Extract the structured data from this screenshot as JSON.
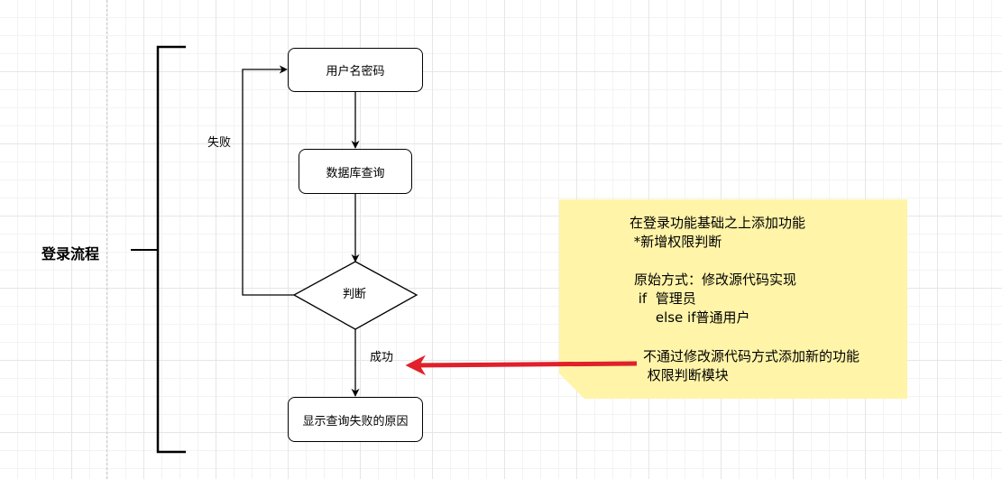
{
  "group": {
    "label": "登录流程"
  },
  "nodes": {
    "username_password": "用户名密码",
    "db_query": "数据库查询",
    "decision": "判断",
    "show_reason": "显示查询失败的原因"
  },
  "edges": {
    "fail_label": "失败",
    "success_label": "成功"
  },
  "note": {
    "line1": "在登录功能基础之上添加功能",
    "line2": " *新增权限判断",
    "line3": "原始方式：修改源代码实现",
    "line4": " if  管理员",
    "line5": "     else if普通用户",
    "line6": "不通过修改源代码方式添加新的功能",
    "line7": " 权限判断模块"
  },
  "colors": {
    "note_fill": "#fff4a8",
    "arrow_red": "#e0202a",
    "stroke": "#000000"
  }
}
